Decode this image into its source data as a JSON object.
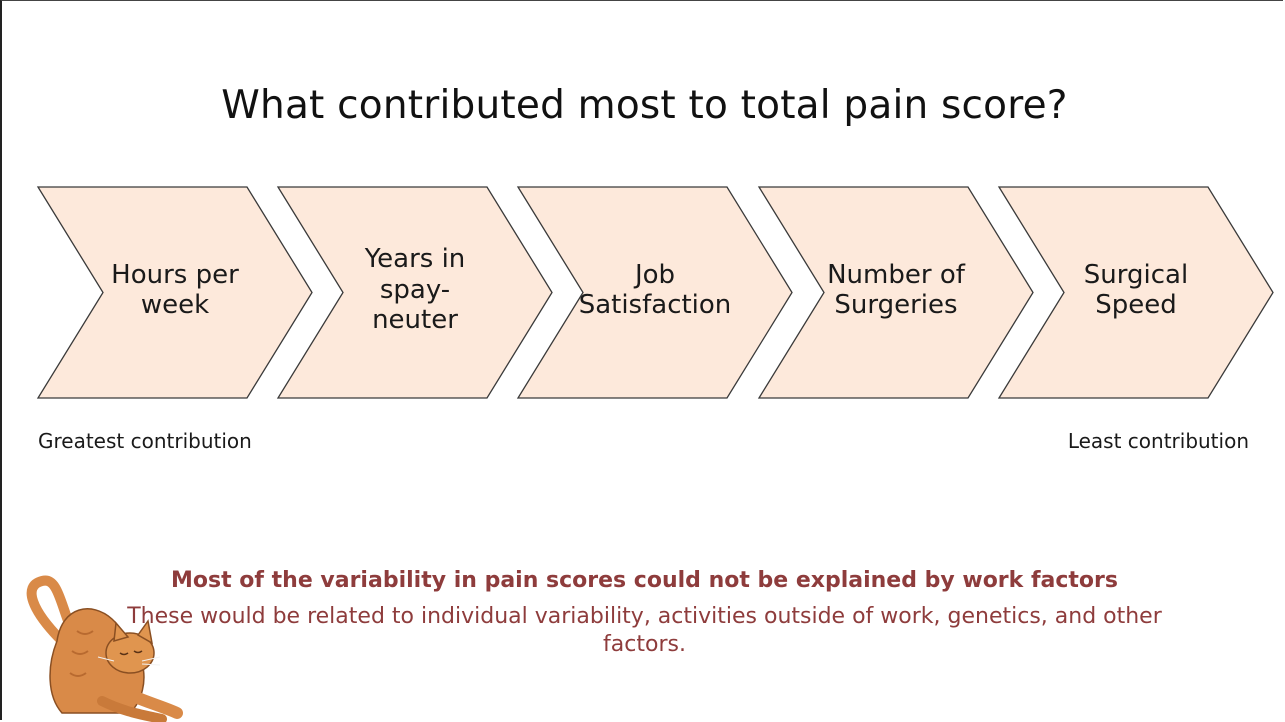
{
  "title": "What contributed most to total pain score?",
  "colors": {
    "chevron_fill": "#fde9db",
    "chevron_stroke": "#3a3a3a",
    "note_text": "#8e3c3c",
    "cat_fur": "#d98a48"
  },
  "steps": [
    {
      "lines": [
        "Hours per",
        "week"
      ]
    },
    {
      "lines": [
        "Years in",
        "spay-",
        "neuter"
      ]
    },
    {
      "lines": [
        "Job",
        "Satisfaction"
      ]
    },
    {
      "lines": [
        "Number of",
        "Surgeries"
      ]
    },
    {
      "lines": [
        "Surgical",
        "Speed"
      ]
    }
  ],
  "scale": {
    "left_label": "Greatest contribution",
    "right_label": "Least contribution"
  },
  "note": {
    "headline": "Most of the variability in pain scores could not be explained by work factors",
    "body": "These would be related to individual variability, activities outside of work, genetics, and other factors."
  },
  "illustration": {
    "icon": "stretching-cat-icon"
  }
}
